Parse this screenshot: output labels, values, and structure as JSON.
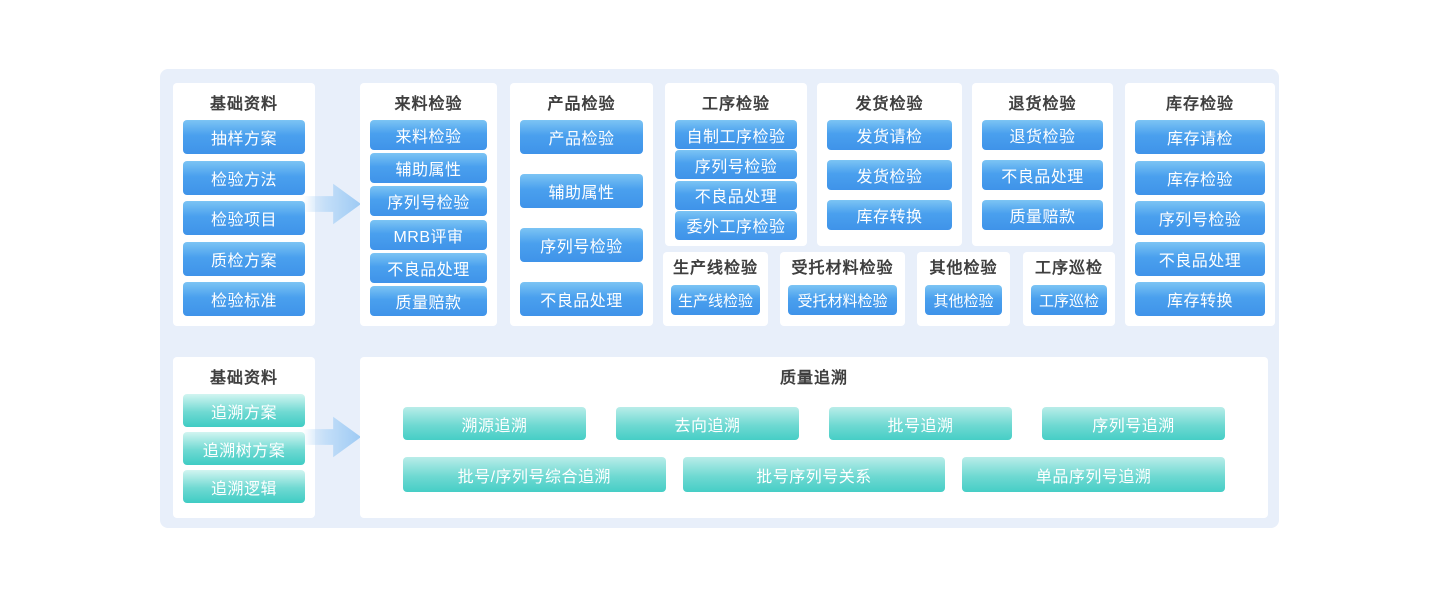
{
  "diagram": {
    "top": {
      "columns": [
        {
          "title": "基础资料",
          "items": [
            "抽样方案",
            "检验方法",
            "检验项目",
            "质检方案",
            "检验标准"
          ]
        },
        {
          "title": "来料检验",
          "items": [
            "来料检验",
            "辅助属性",
            "序列号检验",
            "MRB评审",
            "不良品处理",
            "质量赔款"
          ]
        },
        {
          "title": "产品检验",
          "items": [
            "产品检验",
            "辅助属性",
            "序列号检验",
            "不良品处理"
          ]
        },
        {
          "title": "工序检验",
          "items": [
            "自制工序检验",
            "序列号检验",
            "不良品处理",
            "委外工序检验"
          ]
        },
        {
          "title": "发货检验",
          "items": [
            "发货请检",
            "发货检验",
            "库存转换"
          ]
        },
        {
          "title": "退货检验",
          "items": [
            "退货检验",
            "不良品处理",
            "质量赔款"
          ]
        },
        {
          "title": "库存检验",
          "items": [
            "库存请检",
            "库存检验",
            "序列号检验",
            "不良品处理",
            "库存转换"
          ]
        }
      ],
      "small_cards": [
        {
          "title": "生产线检验",
          "items": [
            "生产线检验"
          ]
        },
        {
          "title": "受托材料检验",
          "items": [
            "受托材料检验"
          ]
        },
        {
          "title": "其他检验",
          "items": [
            "其他检验"
          ]
        },
        {
          "title": "工序巡检",
          "items": [
            "工序巡检"
          ]
        }
      ]
    },
    "bottom": {
      "basic": {
        "title": "基础资料",
        "items": [
          "追溯方案",
          "追溯树方案",
          "追溯逻辑"
        ]
      },
      "trace": {
        "title": "质量追溯",
        "row1": [
          "溯源追溯",
          "去向追溯",
          "批号追溯",
          "序列号追溯"
        ],
        "row2": [
          "批号/序列号综合追溯",
          "批号序列号关系",
          "单品序列号追溯"
        ]
      }
    }
  },
  "colors": {
    "panel_bg": "#e8effa",
    "card_bg": "#ffffff",
    "title_text": "#3f3f3f",
    "button_text": "#ffffff",
    "blue_button_top": "#7cc4f4",
    "blue_button_bottom": "#3f93e9",
    "teal_button_top": "#d2f5f1",
    "teal_button_bottom": "#3fccc4",
    "trace_button_top": "#b9ede9",
    "trace_button_bottom": "#46cec6",
    "arrow": "#9dcaf4"
  }
}
